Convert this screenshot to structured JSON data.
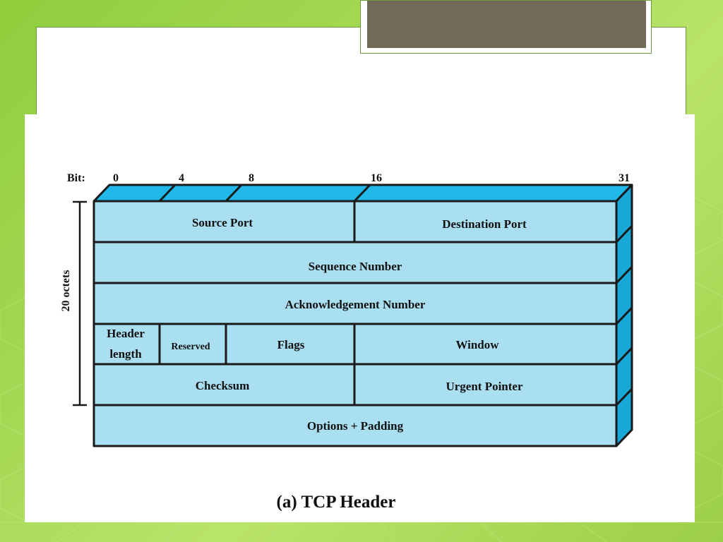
{
  "diagram": {
    "bit_label": "Bit:",
    "bit_marks": [
      "0",
      "4",
      "8",
      "16",
      "31"
    ],
    "side_label": "20 octets",
    "fields": {
      "source_port": "Source Port",
      "destination_port": "Destination Port",
      "sequence_number": "Sequence Number",
      "acknowledgement_number": "Acknowledgement Number",
      "header_length_line1": "Header",
      "header_length_line2": "length",
      "reserved": "Reserved",
      "flags": "Flags",
      "window": "Window",
      "checksum": "Checksum",
      "urgent_pointer": "Urgent Pointer",
      "options_padding": "Options + Padding"
    },
    "caption": "(a) TCP Header",
    "colors": {
      "cell_fill": "#a9dff0",
      "top_fill": "#1fb8e8",
      "side_fill": "#18a8d8",
      "stroke": "#1a1a1a"
    }
  }
}
